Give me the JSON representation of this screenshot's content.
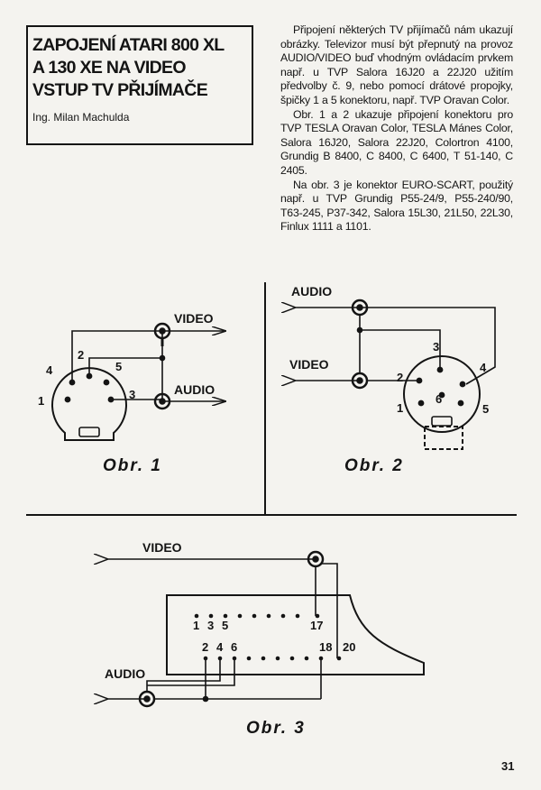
{
  "article": {
    "title_lines": [
      "ZAPOJENÍ ATARI 800 XL",
      "A 130 XE NA VIDEO",
      "VSTUP   TV PŘIJÍMAČE"
    ],
    "author": "Ing. Milan Machulda",
    "paragraphs": [
      "Připojení některých TV přijímačů nám ukazují obrázky. Televizor musí být přepnutý na provoz AUDIO/VIDEO buď vhodným ovládacím prvkem např. u TVP Salora 16J20 a 22J20 užitím předvolby č. 9, nebo pomocí drátové propojky, špičky 1 a 5 konektoru, např. TVP Oravan Color.",
      "Obr. 1 a 2 ukazuje připojení konektoru pro TVP TESLA Oravan Color, TESLA Mánes Color, Salora 16J20, Salora 22J20, Colortron 4100, Grundig B 8400, C 8400, C 6400, T 51-140, C 2405.",
      "Na obr. 3 je konektor EURO-SCART, použitý např. u TVP Grundig P55-24/9, P55-240/90, T63-245, P37-342, Salora 15L30, 21L50, 22L30, Finlux 1111 a 1101."
    ]
  },
  "figures": {
    "fig1": {
      "caption": "Obr. 1",
      "video_label": "VIDEO",
      "audio_label": "AUDIO",
      "pins": [
        "1",
        "2",
        "3",
        "4",
        "5"
      ]
    },
    "fig2": {
      "caption": "Obr. 2",
      "audio_label": "AUDIO",
      "video_label": "VIDEO",
      "pins": [
        "1",
        "2",
        "3",
        "4",
        "5",
        "6"
      ]
    },
    "fig3": {
      "caption": "Obr. 3",
      "video_label": "VIDEO",
      "audio_label": "AUDIO",
      "pins": [
        "1",
        "3",
        "5",
        "17",
        "2",
        "4",
        "6",
        "18",
        "20"
      ]
    }
  },
  "page_number": "31"
}
